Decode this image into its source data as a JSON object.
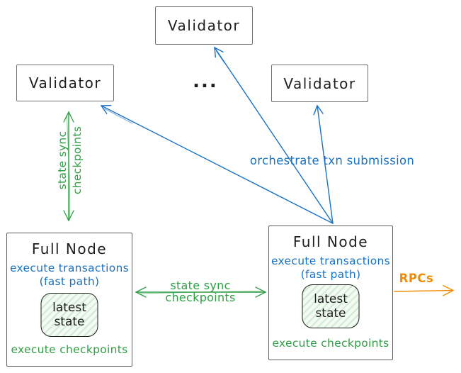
{
  "diagram": {
    "validators": {
      "top": "Validator",
      "left": "Validator",
      "right": "Validator",
      "ellipsis": "..."
    },
    "full_nodes": {
      "left": {
        "title": "Full Node",
        "exec_line1": "execute transactions",
        "exec_line2": "(fast path)",
        "state_line1": "latest",
        "state_line2": "state",
        "footer": "execute checkpoints"
      },
      "right": {
        "title": "Full Node",
        "exec_line1": "execute transactions",
        "exec_line2": "(fast path)",
        "state_line1": "latest",
        "state_line2": "state",
        "footer": "execute checkpoints"
      }
    },
    "edge_labels": {
      "orchestrate": "orchestrate txn submission",
      "state_sync_vertical_line1": "state sync",
      "state_sync_vertical_line2": "checkpoints",
      "state_sync_horizontal_line1": "state sync",
      "state_sync_horizontal_line2": "checkpoints",
      "rpcs": "RPCs"
    },
    "colors": {
      "blue": "#1971c2",
      "green": "#2f9e44",
      "orange": "#f08c00",
      "ink": "#1e1e1e"
    }
  }
}
